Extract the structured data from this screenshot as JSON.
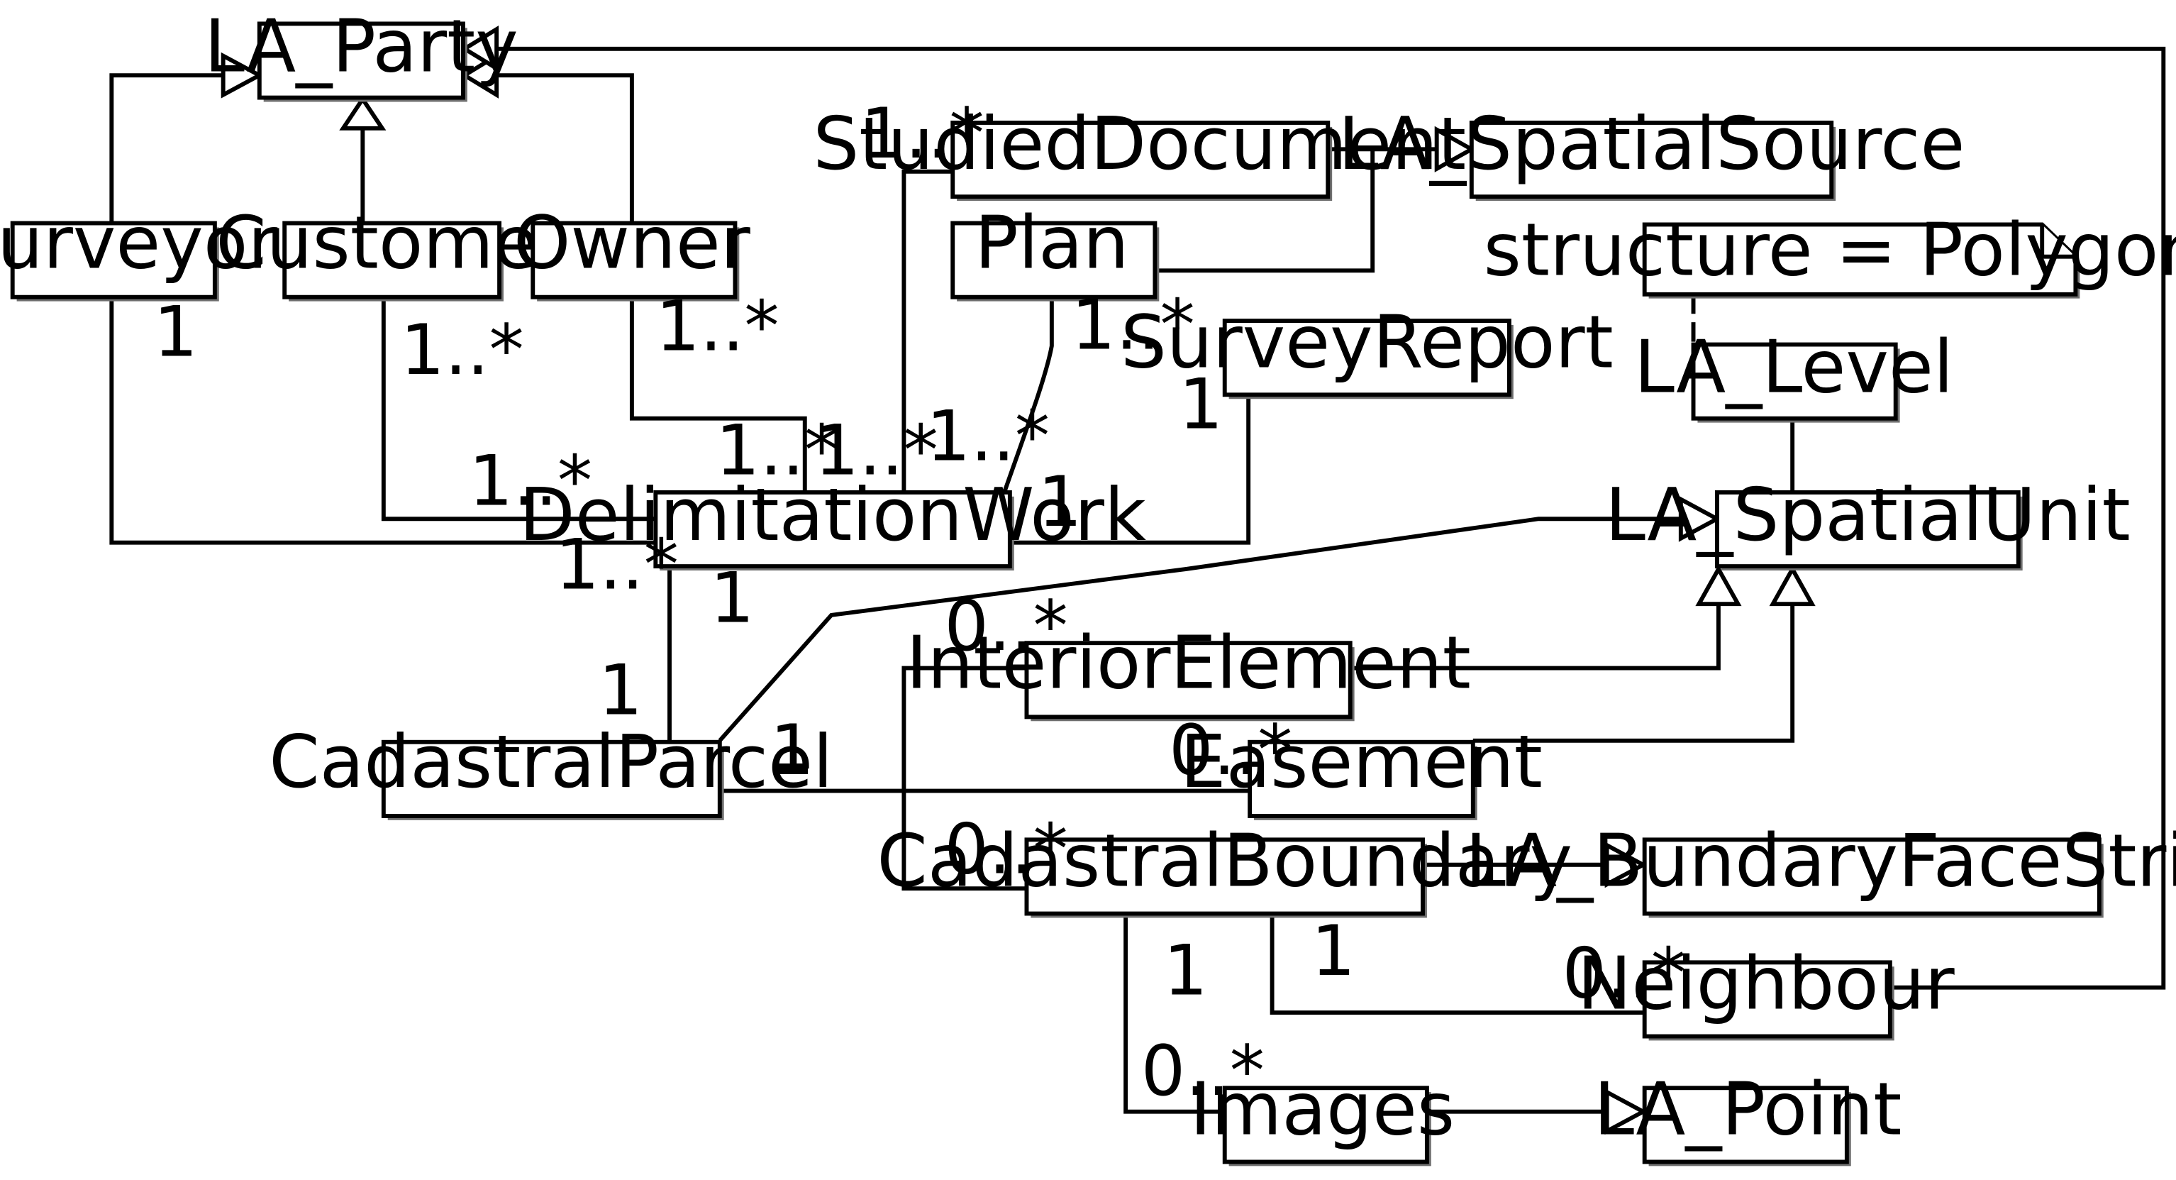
{
  "diagram": {
    "classes": {
      "la_party": "LA_Party",
      "surveyor": "Surveyor",
      "customer": "Customer",
      "owner": "Owner",
      "studied_document": "StudiedDocument",
      "la_spatial_source": "LA_SpatialSource",
      "plan": "Plan",
      "survey_report": "SurveyReport",
      "la_level": "LA_Level",
      "delimitation_work": "DelimitationWork",
      "la_spatial_unit": "LA_SpatialUnit",
      "interior_element": "InteriorElement",
      "cadastral_parcel": "CadastralParcel",
      "easement": "Easement",
      "cadastral_boundary": "CadastralBoundary",
      "la_boundary_face_string": "LA_BundaryFaceString",
      "neighbour": "Neighbour",
      "images": "Images",
      "la_point": "LA_Point"
    },
    "note": "structure = Polygon",
    "multiplicities": {
      "surveyor_end": "1",
      "customer_end": "1..*",
      "customer_work_end": "1..*",
      "owner_end": "1..*",
      "owner_work_end": "1..*",
      "studied_doc_end": "1..*",
      "studied_doc_work_end": "1..*",
      "plan_end": "1..*",
      "plan_work_end": "1..*",
      "survey_report_end": "1",
      "survey_report_work_end": "1",
      "surveyor_work_end": "1..*",
      "parcel_work_end": "1",
      "parcel_end": "1",
      "interior_element_end": "0..*",
      "parcel_easement_end": "1",
      "easement_end": "0..*",
      "cadastral_boundary_end": "0..*",
      "images_boundary_end": "1",
      "neighbour_boundary_end": "1",
      "neighbour_end": "0..*",
      "images_end": "0..*"
    }
  }
}
